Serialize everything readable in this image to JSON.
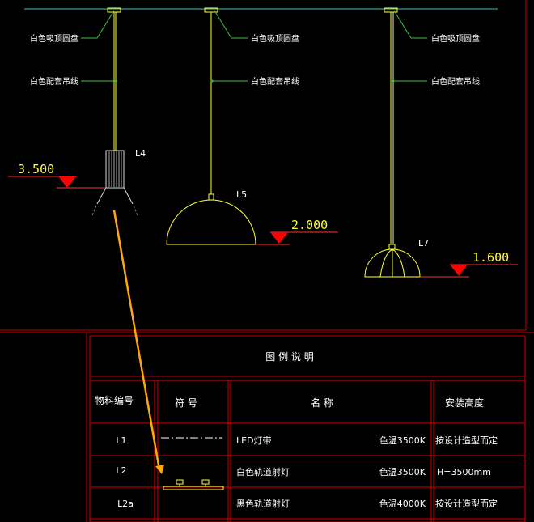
{
  "callouts": {
    "ceiling_plate": "白色吸顶圆盘",
    "hanging_wire": "白色配套吊线"
  },
  "fixtures": [
    {
      "tag": "L4",
      "level": "3.500"
    },
    {
      "tag": "L5",
      "level": "2.000"
    },
    {
      "tag": "L7",
      "level": "1.600"
    }
  ],
  "legend": {
    "title": "图 例 说 明",
    "headers": [
      "物料编号",
      "符 号",
      "名 称",
      "安装高度"
    ],
    "rows": [
      {
        "code": "L1",
        "name": "LED灯带",
        "color_temp": "色温3500K",
        "height": "按设计造型而定"
      },
      {
        "code": "L2",
        "name": "白色轨道射灯",
        "color_temp": "色温3500K",
        "height": "H=3500mm"
      },
      {
        "code": "L2a",
        "name": "黑色轨道射灯",
        "color_temp": "色温4000K",
        "height": "按设计造型而定"
      }
    ]
  },
  "colors": {
    "ceiling": "#3fbfbf",
    "fixture": "#ffff33",
    "level_mark": "#ff0000",
    "leader": "#3fbf3f",
    "frame": "#cc0000",
    "arrow": "#ffaa00"
  }
}
